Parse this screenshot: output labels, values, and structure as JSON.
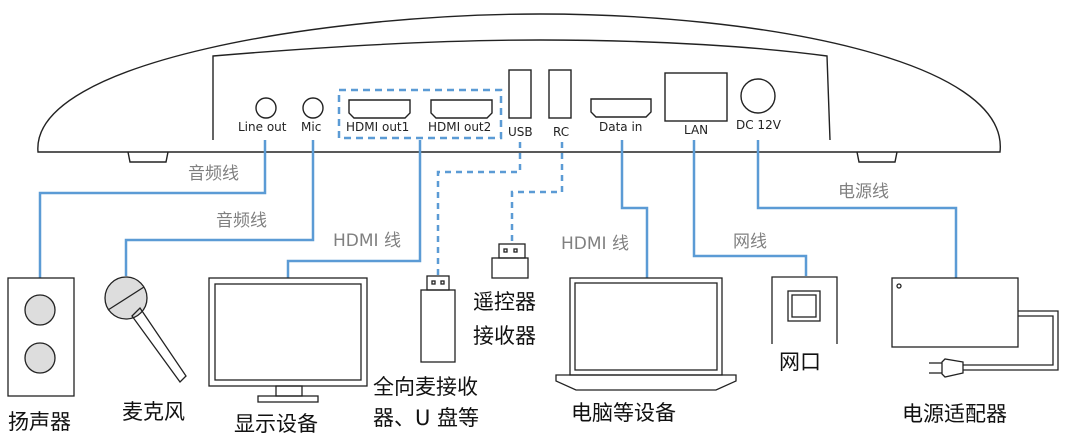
{
  "diagram": {
    "title": "设备连接示意图",
    "colors": {
      "cable": "#5b9bd5",
      "outline": "#222222",
      "cable_label": "#808080"
    },
    "ports": {
      "line_out": "Line out",
      "mic": "Mic",
      "hdmi_out1": "HDMI out1",
      "hdmi_out2": "HDMI out2",
      "usb": "USB",
      "rc": "RC",
      "data_in": "Data in",
      "lan": "LAN",
      "dc": "DC 12V"
    },
    "cables": {
      "audio1": "音频线",
      "audio2": "音频线",
      "hdmi1": "HDMI 线",
      "hdmi2": "HDMI 线",
      "network": "网线",
      "power": "电源线"
    },
    "devices": {
      "speaker": "扬声器",
      "microphone": "麦克风",
      "display": "显示设备",
      "usb_device_line1": "全向麦接收",
      "usb_device_line2": "器、U 盘等",
      "rc_line1": "遥控器",
      "rc_line2": "接收器",
      "computer": "电脑等设备",
      "network_port": "网口",
      "power_adapter": "电源适配器"
    }
  }
}
